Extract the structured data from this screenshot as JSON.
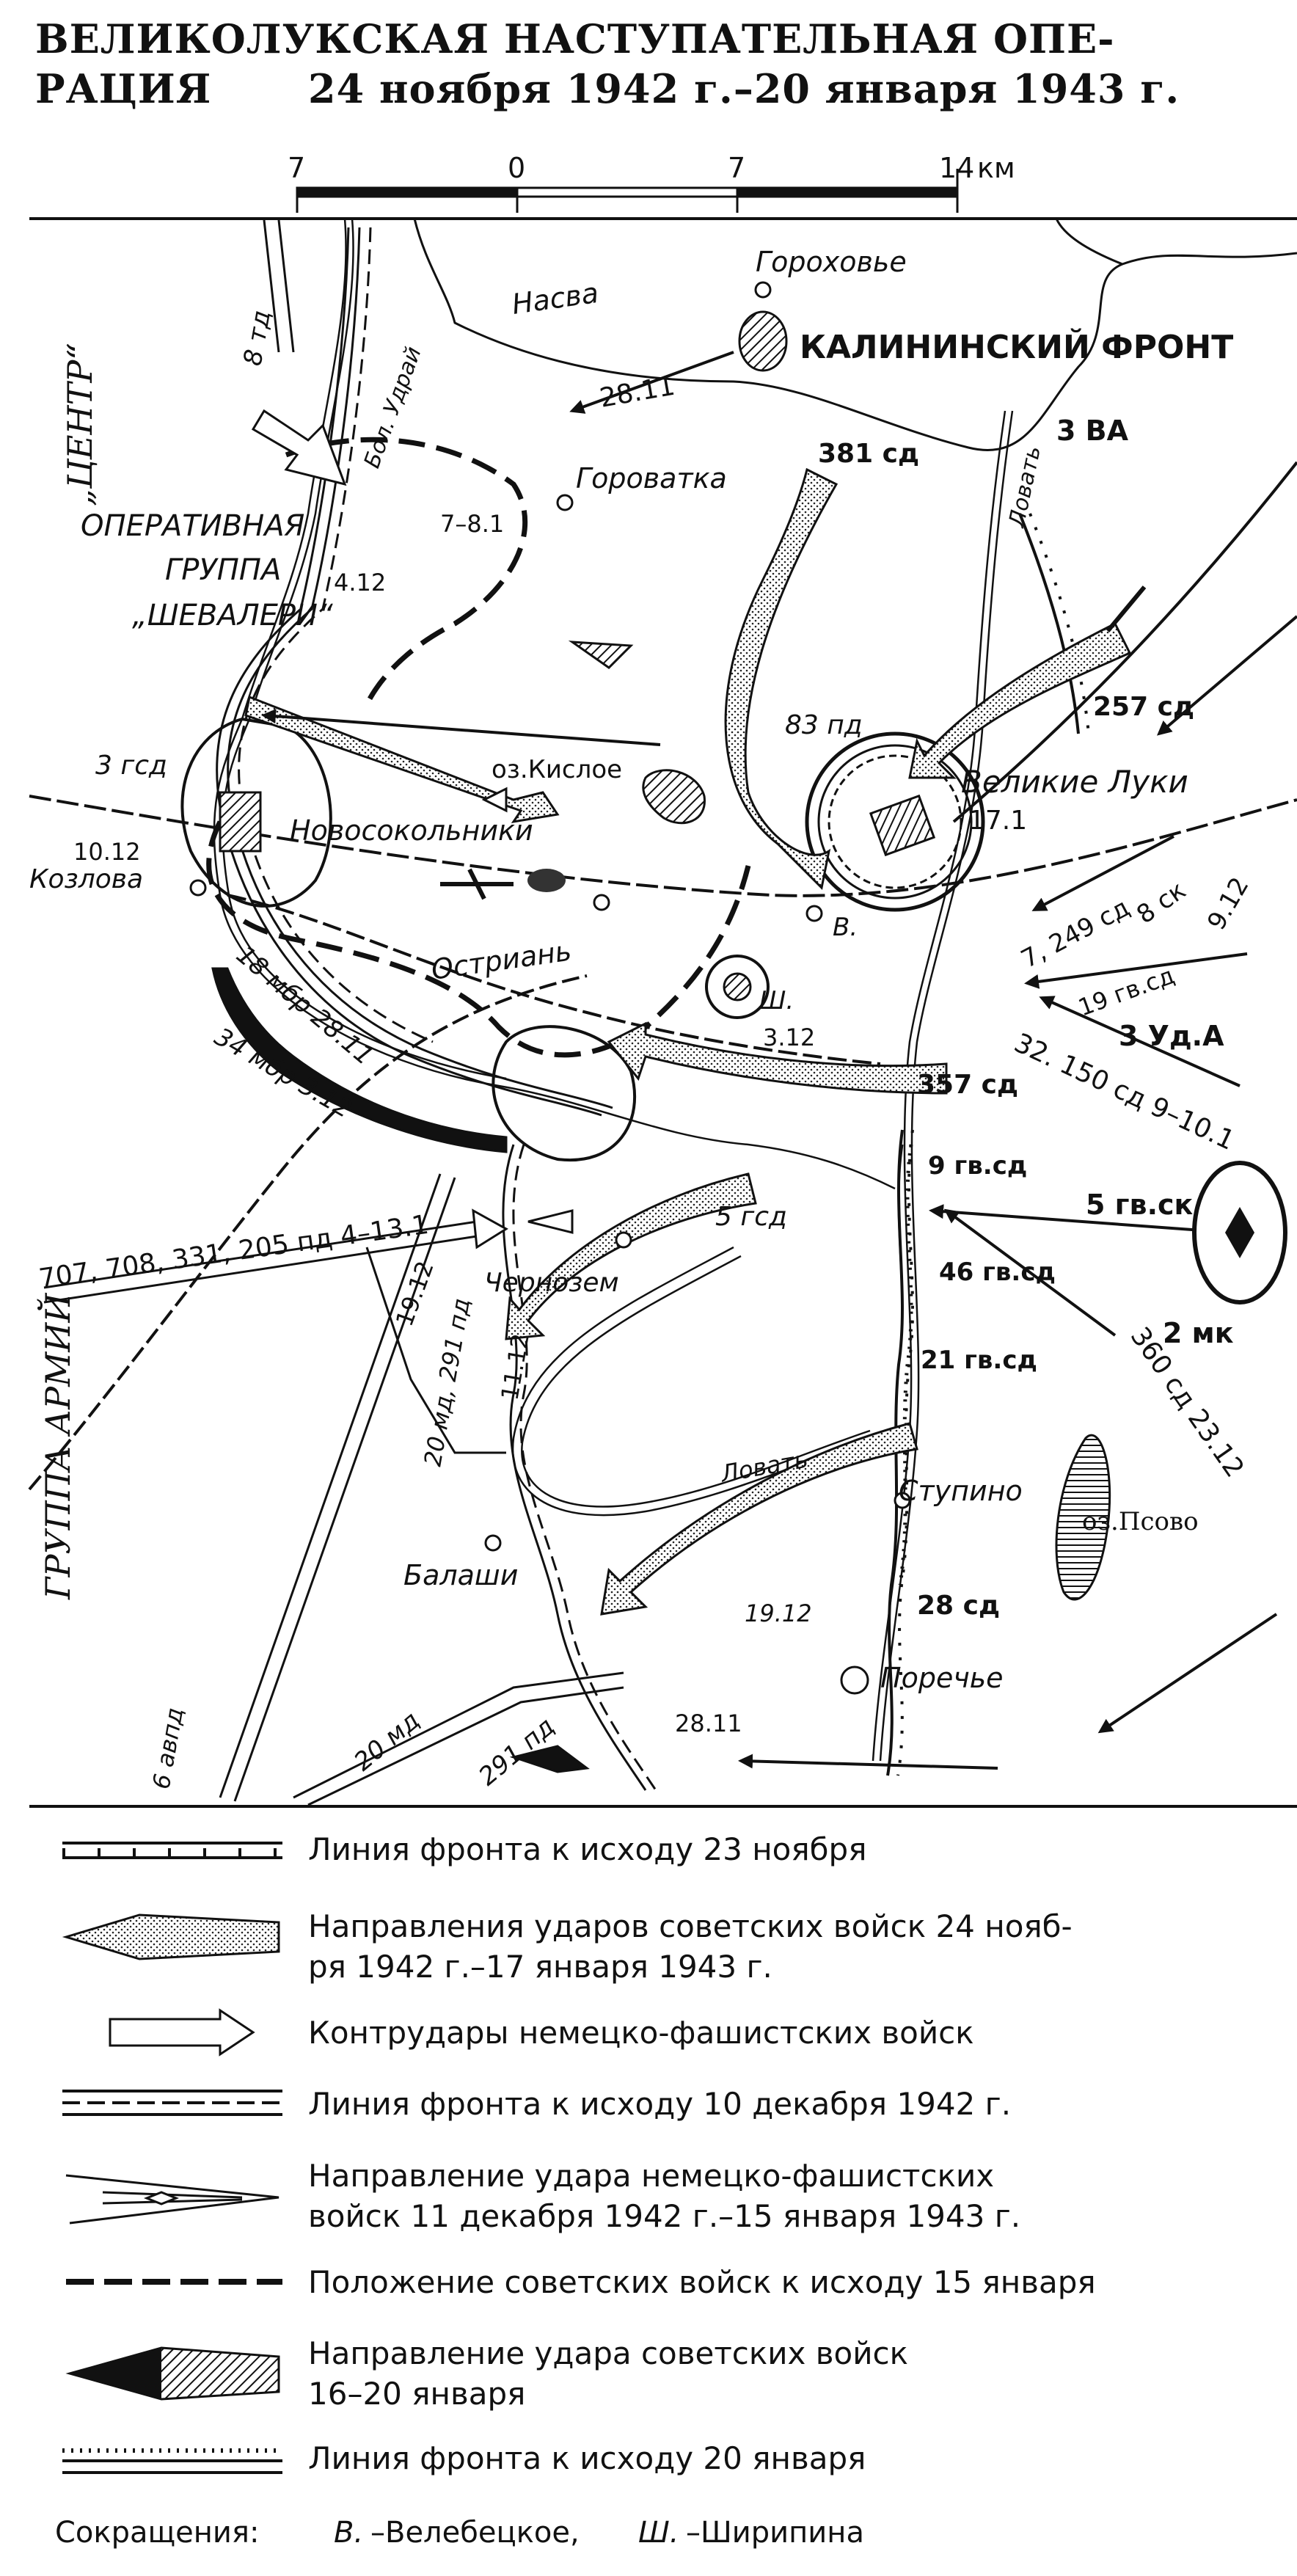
{
  "title": {
    "line1": "ВЕЛИКОЛУКСКАЯ НАСТУПАТЕЛЬНАЯ ОПЕ-",
    "line2_a": "РАЦИЯ",
    "line2_b": "24 ноября 1942 г.–20 января 1943 г."
  },
  "scale": {
    "ticks": [
      "7",
      "0",
      "7",
      "14"
    ],
    "unit": "км"
  },
  "map_labels": {
    "center_group": "„ЦЕНТР“",
    "army_group": "ГРУППА АРМИЙ",
    "opgroup_1": "ОПЕРАТИВНАЯ",
    "opgroup_2": "ГРУППА",
    "opgroup_3": "„ШЕВАЛЕРИ“",
    "kalinin_front": "КАЛИНИНСКИЙ ФРОНТ",
    "army_3va": "3 ВА",
    "army_3uda": "3 Уд.А",
    "corps_5gvsk": "5 гв.ск",
    "corps_2mk": "2 мк",
    "corps_8sk": "8 ск",
    "date_912": "9.12"
  },
  "towns": {
    "gorokhovye": "Гороховье",
    "nasva": "Насва",
    "bol_udray": "Бол. Удрай",
    "gorovatka": "Горoватка",
    "velikie_luki": "Великие Луки",
    "novosokolniki": "Новосокольники",
    "kozlova": "Козлова",
    "ostrian": "Остриань",
    "chernozem": "Чернозем",
    "balashi": "Балаши",
    "stupino": "Ступино",
    "porechye": "Поречье",
    "lake_kisloe": "оз.Кислое",
    "lake_psovo": "оз.Псово",
    "river_lovat_1": "Ловать",
    "river_lovat_2": "Ловать",
    "v_abbr": "В.",
    "sh_abbr": "Ш."
  },
  "units": {
    "u1": "8 тд",
    "u2": "28.11",
    "u3": "381 сд",
    "u4": "7–8.1",
    "u5": "4.12",
    "u6": "83 пд",
    "u7": "257 сд",
    "u8": "3 гсд",
    "u9": "10.12",
    "u10": "17.1",
    "u11": "7, 249 сд",
    "u12": "19 гв.сд",
    "u13": "3.12",
    "u14": "18 мбр 28.11",
    "u15": "34 мбр 3.12",
    "u16": "357 сд",
    "u17": "32. 150 сд 9–10.1",
    "u18": "9 гв.сд",
    "u19": "5 гсд",
    "u20": "707, 708, 331, 205 пд 4–13.1",
    "u21": "19.12",
    "u22": "20 мд, 291 пд",
    "u23": "11.12",
    "u24": "46 гв.сд",
    "u25": "21 гв.сд",
    "u26": "360 сд 23.12",
    "u27": "19.12",
    "u28": "28 сд",
    "u29": "6 авпд",
    "u30": "20 мд",
    "u31": "291 пд",
    "u32": "28.11"
  },
  "legend": [
    {
      "l1": "Линия фронта к исходу 23 ноября",
      "l2": ""
    },
    {
      "l1": "Направления ударов советских войск 24 нояб-",
      "l2": "ря 1942 г.–17 января 1943 г."
    },
    {
      "l1": "Контрудары немецко-фашистских войск",
      "l2": ""
    },
    {
      "l1": "Линия фронта к исходу 10 декабря 1942 г.",
      "l2": ""
    },
    {
      "l1": "Направление удара немецко-фашистских",
      "l2": "войск 11 декабря 1942 г.–15 января 1943 г."
    },
    {
      "l1": "Положение советских войск к исходу 15 января",
      "l2": ""
    },
    {
      "l1": "Направление удара советских войск",
      "l2": "16–20 января"
    },
    {
      "l1": "Линия фронта к исходу 20 января",
      "l2": ""
    }
  ],
  "abbreviations": {
    "label": "Сокращения:",
    "v_key": "В.",
    "v_val": "–Велебецкое,",
    "sh_key": "Ш.",
    "sh_val": "–Ширипина"
  }
}
